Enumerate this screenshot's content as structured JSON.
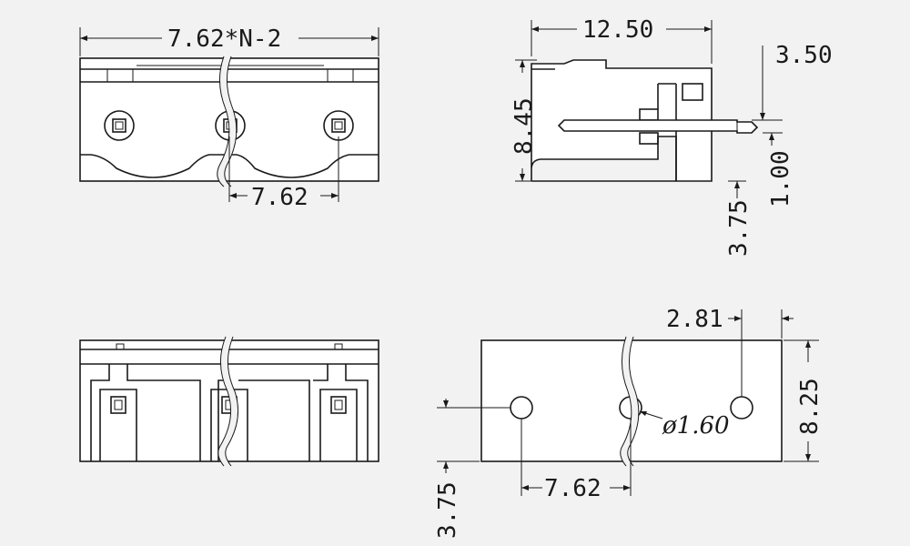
{
  "front_view": {
    "overall_width_label": "7.62*N-2",
    "pitch_label": "7.62"
  },
  "side_view": {
    "depth_label": "12.50",
    "height_label": "8.45",
    "pin_offset_label": "3.50",
    "pin_thickness_label": "1.00",
    "pin_height_label": "3.75"
  },
  "bottom_view": {},
  "footprint_view": {
    "edge_offset_label": "2.81",
    "height_label": "8.25",
    "hole_diameter_label": "ø1.60",
    "pitch_label": "7.62",
    "hole_offset_label": "3.75"
  }
}
